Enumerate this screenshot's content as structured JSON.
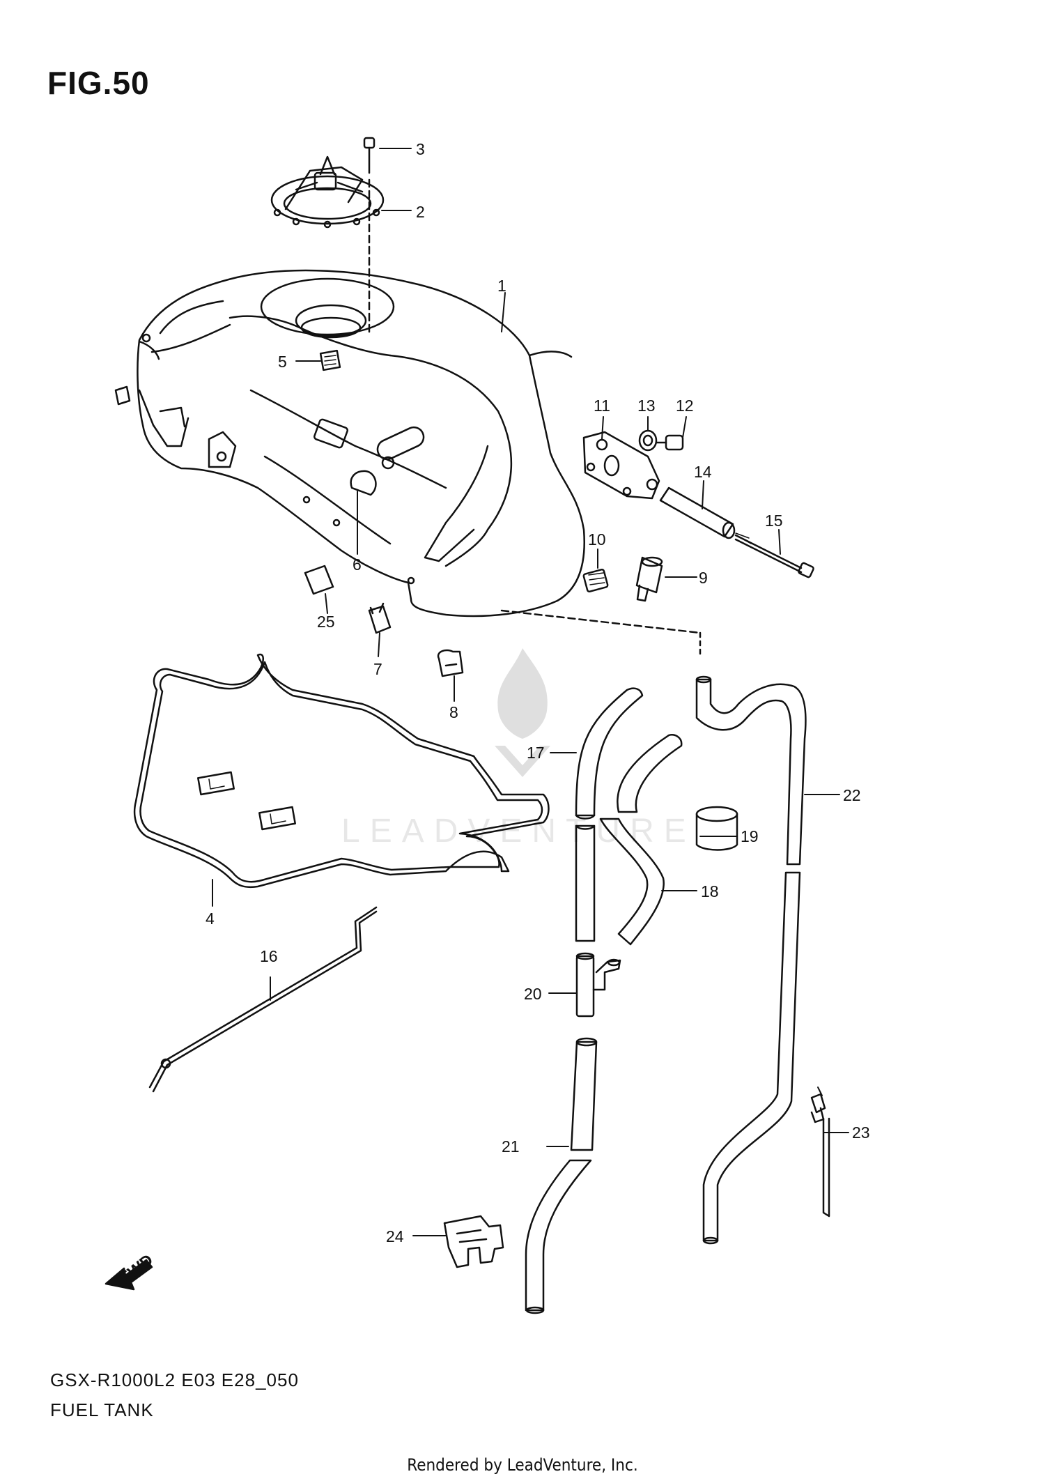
{
  "figure": {
    "title": "FIG.50"
  },
  "footer": {
    "model_code": "GSX-R1000L2 E03 E28_050",
    "section_name": "FUEL TANK",
    "credit": "Rendered by LeadVenture, Inc."
  },
  "watermark": {
    "text": "LEADVENTURE"
  },
  "forward_arrow_label": "FWD",
  "callouts": [
    "1",
    "2",
    "3",
    "4",
    "5",
    "6",
    "7",
    "8",
    "9",
    "10",
    "11",
    "12",
    "13",
    "14",
    "15",
    "16",
    "17",
    "18",
    "19",
    "20",
    "21",
    "22",
    "23",
    "24",
    "25"
  ]
}
